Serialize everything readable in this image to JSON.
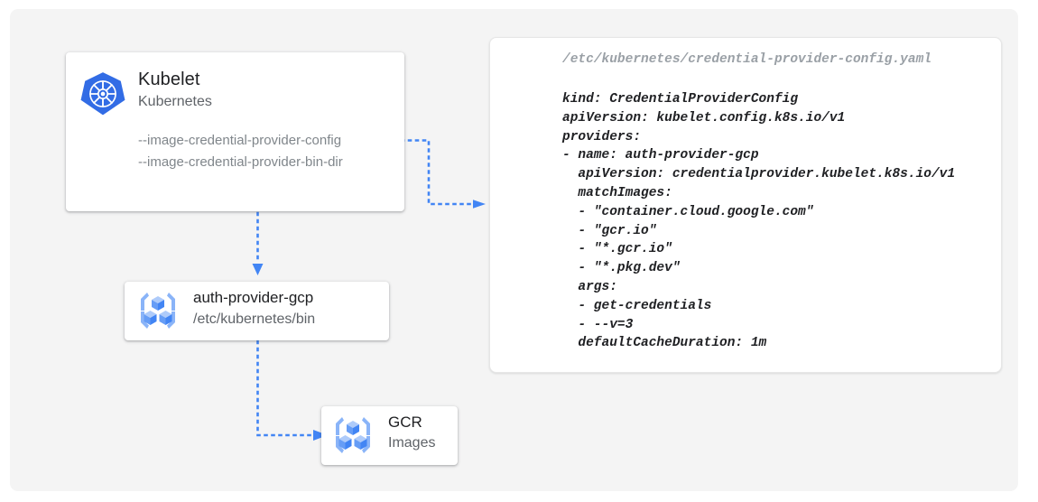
{
  "canvas": {
    "background_color": "#f4f4f4",
    "page_background": "#ffffff"
  },
  "colors": {
    "accent_blue": "#4285f4",
    "icon_blue_light": "#8ab4f8",
    "text_primary": "#202124",
    "text_secondary": "#5f6368",
    "text_muted": "#80868b",
    "card_white": "#ffffff"
  },
  "kubelet_card": {
    "icon": "kubernetes-logo-icon",
    "title": "Kubelet",
    "subtitle": "Kubernetes",
    "flags": [
      "--image-credential-provider-config",
      "--image-credential-provider-bin-dir"
    ]
  },
  "auth_provider_card": {
    "icon": "gcp-container-registry-icon",
    "title": "auth-provider-gcp",
    "subtitle": "/etc/kubernetes/bin"
  },
  "gcr_card": {
    "icon": "gcp-container-registry-icon",
    "title": "GCR",
    "subtitle": "Images"
  },
  "yaml_panel": {
    "path": "/etc/kubernetes/credential-provider-config.yaml",
    "content": "kind: CredentialProviderConfig\napiVersion: kubelet.config.k8s.io/v1\nproviders:\n- name: auth-provider-gcp\n  apiVersion: credentialprovider.kubelet.k8s.io/v1\n  matchImages:\n  - \"container.cloud.google.com\"\n  - \"gcr.io\"\n  - \"*.gcr.io\"\n  - \"*.pkg.dev\"\n  args:\n  - get-credentials\n  - --v=3\n  defaultCacheDuration: 1m"
  },
  "connectors": [
    {
      "name": "kubelet-to-yaml-config",
      "from": "kubelet-card",
      "to": "yaml-panel",
      "style": "dotted",
      "arrow": "triangle-right"
    },
    {
      "name": "kubelet-to-auth-provider",
      "from": "kubelet-card",
      "to": "auth-provider-card",
      "style": "dotted",
      "arrow": "triangle-down"
    },
    {
      "name": "auth-provider-to-gcr",
      "from": "auth-provider-card",
      "to": "gcr-card",
      "style": "dotted",
      "arrow": "triangle-right"
    }
  ]
}
